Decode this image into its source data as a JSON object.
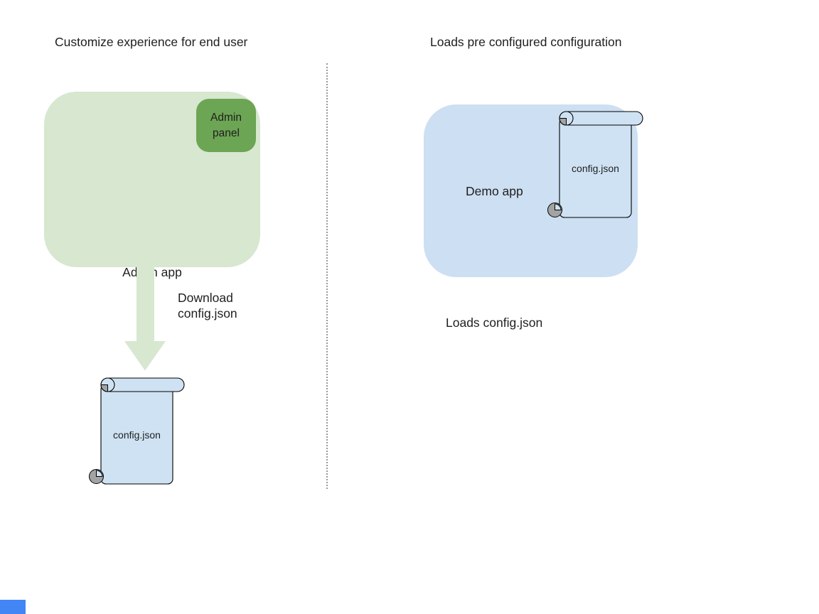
{
  "canvas": {
    "background": "#ffffff"
  },
  "colors": {
    "light_green": "#d7e7d0",
    "dark_green": "#6ca554",
    "box_blue": "#cddff2",
    "scroll_blue": "#cfe2f3",
    "curl_grey": "#a3a3a3",
    "outline": "#000000",
    "divider_grey": "#999999",
    "text": "#1f1f1f",
    "corner_blue": "#4285f4"
  },
  "left_section": {
    "title": "Customize experience for end user",
    "admin_app_label": "Admin app",
    "admin_panel_label": "Admin panel",
    "download_label": "Download\nconfig.json",
    "config_file_label": "config.json"
  },
  "right_section": {
    "title": "Loads pre configured configuration",
    "demo_app_label": "Demo app",
    "config_file_label": "config.json",
    "caption": "Loads config.json"
  }
}
